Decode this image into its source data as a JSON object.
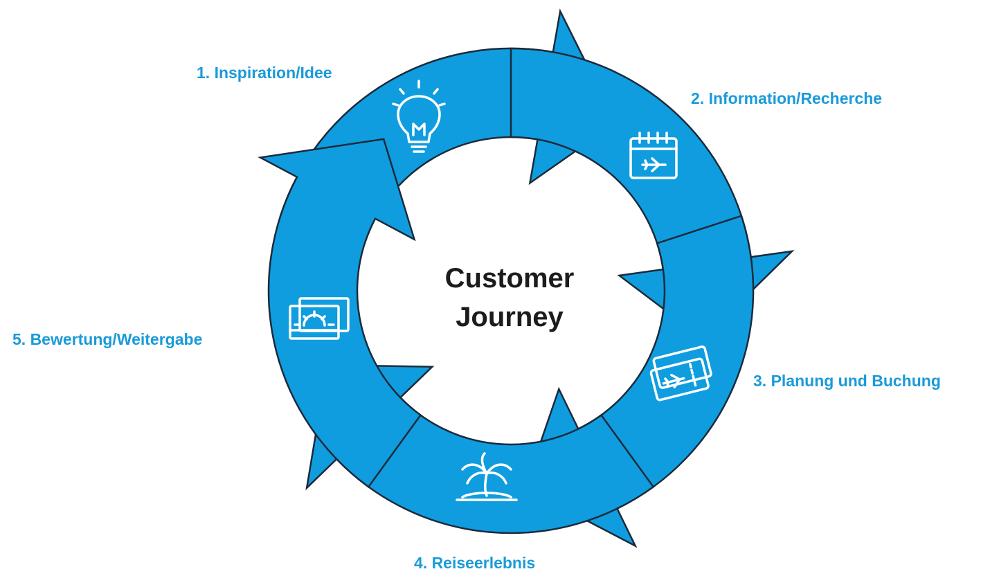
{
  "center": {
    "line1": "Customer",
    "line2": "Journey"
  },
  "stages": [
    {
      "label": "1. Inspiration/Idee",
      "icon": "lightbulb-icon"
    },
    {
      "label": "2. Information/Recherche",
      "icon": "calendar-flight-icon"
    },
    {
      "label": "3. Planung und Buchung",
      "icon": "flight-tickets-icon"
    },
    {
      "label": "4. Reiseerlebnis",
      "icon": "palm-island-icon"
    },
    {
      "label": "5. Bewertung/Weitergabe",
      "icon": "photos-icon"
    }
  ],
  "colors": {
    "arrow_fill": "#0f9ddf",
    "arrow_stroke": "#1b2a3a",
    "label": "#1a9ad9",
    "icon": "#ffffff",
    "center_text": "#1c1c1c"
  }
}
